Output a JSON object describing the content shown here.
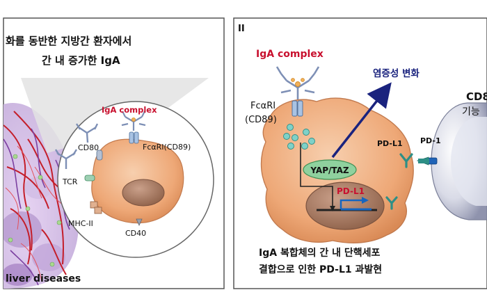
{
  "panel_left": {
    "title_line1": "화를 동반한 지방간 환자에서",
    "title_line2": "간 내 증가한 IgA",
    "inset_title": "IgA complex",
    "labels": {
      "cd80": "CD80",
      "fcari": "FcαRI(CD89)",
      "tcr": "TCR",
      "mhc": "MHC-II",
      "cd40": "CD40"
    },
    "bottom_caption": "liver diseases"
  },
  "panel_right": {
    "panel_number": "II",
    "igA_complex": "IgA complex",
    "inflammation": "염증성 변화",
    "fcari_line1": "FcαRI",
    "fcari_line2": "(CD89)",
    "yap_taz": "YAP/TAZ",
    "pdl1_gene": "PD-L1",
    "pdl1_surface": "PD-L1",
    "pd1": "PD-1",
    "cd8_line1": "CD8",
    "cd8_line2": "기능",
    "caption_line1": "IgA 복합체의 간 내 단핵세포",
    "caption_line2": "결합으로 인한 PD-L1 과발현"
  },
  "colors": {
    "accent_red": "#c8102e",
    "arrow_navy": "#1a237e",
    "cell_orange": "#f0b287",
    "nucleus": "#b7896d",
    "yap_green": "#8fd19e",
    "receptor_teal": "#2d8f86"
  }
}
